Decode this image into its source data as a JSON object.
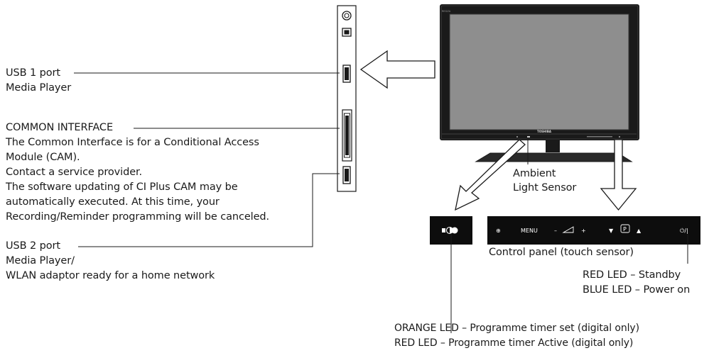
{
  "labels": {
    "usb1_title": "USB 1 port",
    "usb1_sub": "Media Player",
    "ci_title": "COMMON INTERFACE",
    "ci_lines": [
      "The Common Interface is for a Conditional Access",
      "Module (CAM).",
      "Contact a service provider.",
      "The software updating of CI Plus CAM may be",
      "automatically executed. At this time, your",
      "Recording/Reminder programming will be canceled."
    ],
    "usb2_title": "USB 2 port",
    "usb2_lines": [
      "Media Player/",
      "WLAN adaptor ready for a home network"
    ],
    "ambient_line1": "Ambient",
    "ambient_line2": "Light Sensor",
    "control_panel": "Control panel (touch sensor)",
    "red_standby": "RED LED – Standby",
    "blue_power": "BLUE LED – Power on",
    "orange_timer": "ORANGE LED – Programme timer set (digital only)",
    "red_timer": "RED LED – Programme timer Active (digital only)"
  },
  "tv": {
    "brand": "TOSHIBA",
    "model_mark": "REGZA"
  },
  "control_panel_buttons": {
    "input": "⊕",
    "menu": "MENU",
    "vol_minus": "–",
    "vol_plus": "+",
    "prog_down": "▼",
    "prog": "P",
    "prog_up": "▲",
    "power": "⏻/|"
  },
  "colors": {
    "screen": "#8e8e8e",
    "bezel": "#1a1a1a",
    "panel_bg": "#0d0d0d",
    "line": "#1a1a1a"
  }
}
